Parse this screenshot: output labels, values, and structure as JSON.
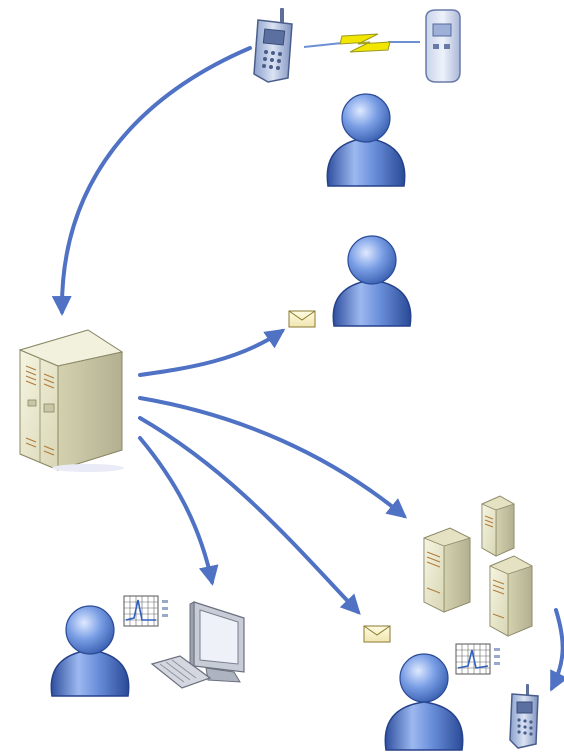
{
  "diagram": {
    "nodes": [
      {
        "id": "mobile-phone-top",
        "icon": "mobile-phone-icon"
      },
      {
        "id": "pager",
        "icon": "pager-icon"
      },
      {
        "id": "user-top",
        "icon": "user-icon"
      },
      {
        "id": "user-middle",
        "icon": "user-icon"
      },
      {
        "id": "server",
        "icon": "server-icon"
      },
      {
        "id": "envelope-top",
        "icon": "envelope-icon"
      },
      {
        "id": "servers-cluster",
        "icon": "server-cluster-icon"
      },
      {
        "id": "user-workstation",
        "icon": "user-icon"
      },
      {
        "id": "chart-left",
        "icon": "chart-icon"
      },
      {
        "id": "computer",
        "icon": "computer-icon"
      },
      {
        "id": "envelope-bottom",
        "icon": "envelope-icon"
      },
      {
        "id": "user-bottom-right",
        "icon": "user-icon"
      },
      {
        "id": "chart-right",
        "icon": "chart-icon"
      },
      {
        "id": "mobile-phone-bottom",
        "icon": "mobile-phone-icon"
      }
    ],
    "connections": [
      {
        "from": "mobile-phone-top",
        "to": "server",
        "style": "arrow"
      },
      {
        "from": "mobile-phone-top",
        "to": "pager",
        "style": "wireless-link"
      },
      {
        "from": "server",
        "to": "envelope-top",
        "style": "arrow"
      },
      {
        "from": "server",
        "to": "servers-cluster",
        "style": "arrow"
      },
      {
        "from": "server",
        "to": "envelope-bottom",
        "style": "arrow"
      },
      {
        "from": "server",
        "to": "computer",
        "style": "arrow"
      },
      {
        "from": "servers-cluster",
        "to": "mobile-phone-bottom",
        "style": "arrow"
      }
    ]
  },
  "colors": {
    "arrow": "#4f72c4",
    "user_fill": "#5f86d6",
    "user_dark": "#2a4a96",
    "server_fill": "#e7e5c8",
    "server_side": "#c9c7a6",
    "lightning": "#f2e600",
    "link_line": "#6d8fd4"
  }
}
